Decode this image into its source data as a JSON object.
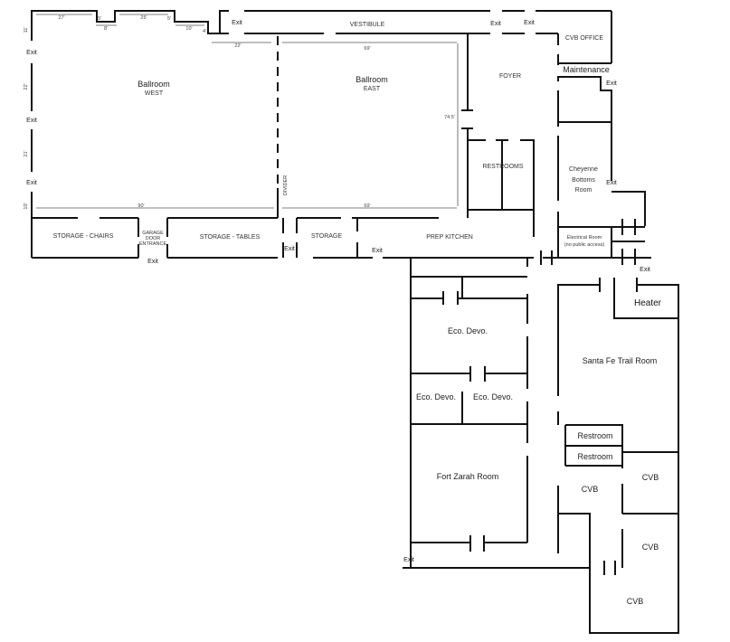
{
  "rooms": {
    "ballroom_west": {
      "name": "Ballroom",
      "sub": "WEST"
    },
    "ballroom_east": {
      "name": "Ballroom",
      "sub": "EAST"
    },
    "vestibule": "VESTIBULE",
    "foyer": "FOYER",
    "cvb_office": "CVB OFFICE",
    "maintenance": "Maintenance",
    "restrooms": "RESTROOMS",
    "cheyenne": [
      "Cheyenne",
      "Bottoms",
      "Room"
    ],
    "electrical": [
      "Electrical Room",
      "(no public access)"
    ],
    "storage_chairs": "STORAGE - CHAIRS",
    "garage": [
      "GARAGE",
      "DOOR",
      "ENTRANCE"
    ],
    "storage_tables": "STORAGE - TABLES",
    "storage": "STORAGE",
    "prep_kitchen": "PREP KITCHEN",
    "divider": "DIVIDER",
    "heater": "Heater",
    "santa_fe": "Santa Fe Trail Room",
    "eco_devo_1": "Eco. Devo.",
    "eco_devo_2": "Eco. Devo.",
    "eco_devo_3": "Eco. Devo.",
    "fort_zarah": "Fort Zarah Room",
    "restroom_1": "Restroom",
    "restroom_2": "Restroom",
    "cvb_1": "CVB",
    "cvb_2": "CVB",
    "cvb_3": "CVB",
    "cvb_4": "CVB"
  },
  "exit_label": "Exit",
  "dimensions": {
    "top_27": "27'",
    "top_8": "8'",
    "top_25": "25'",
    "top_5a": "5'",
    "top_5b": "5'",
    "top_10": "10'",
    "top_4": "4'",
    "w_22": "22'",
    "east_top_69": "69'",
    "east_bottom_69": "69'",
    "east_74_5": "74.5'",
    "west_90": "90'",
    "left_11": "11'",
    "left_22": "22'",
    "left_21": "21'",
    "left_10": "10'"
  }
}
